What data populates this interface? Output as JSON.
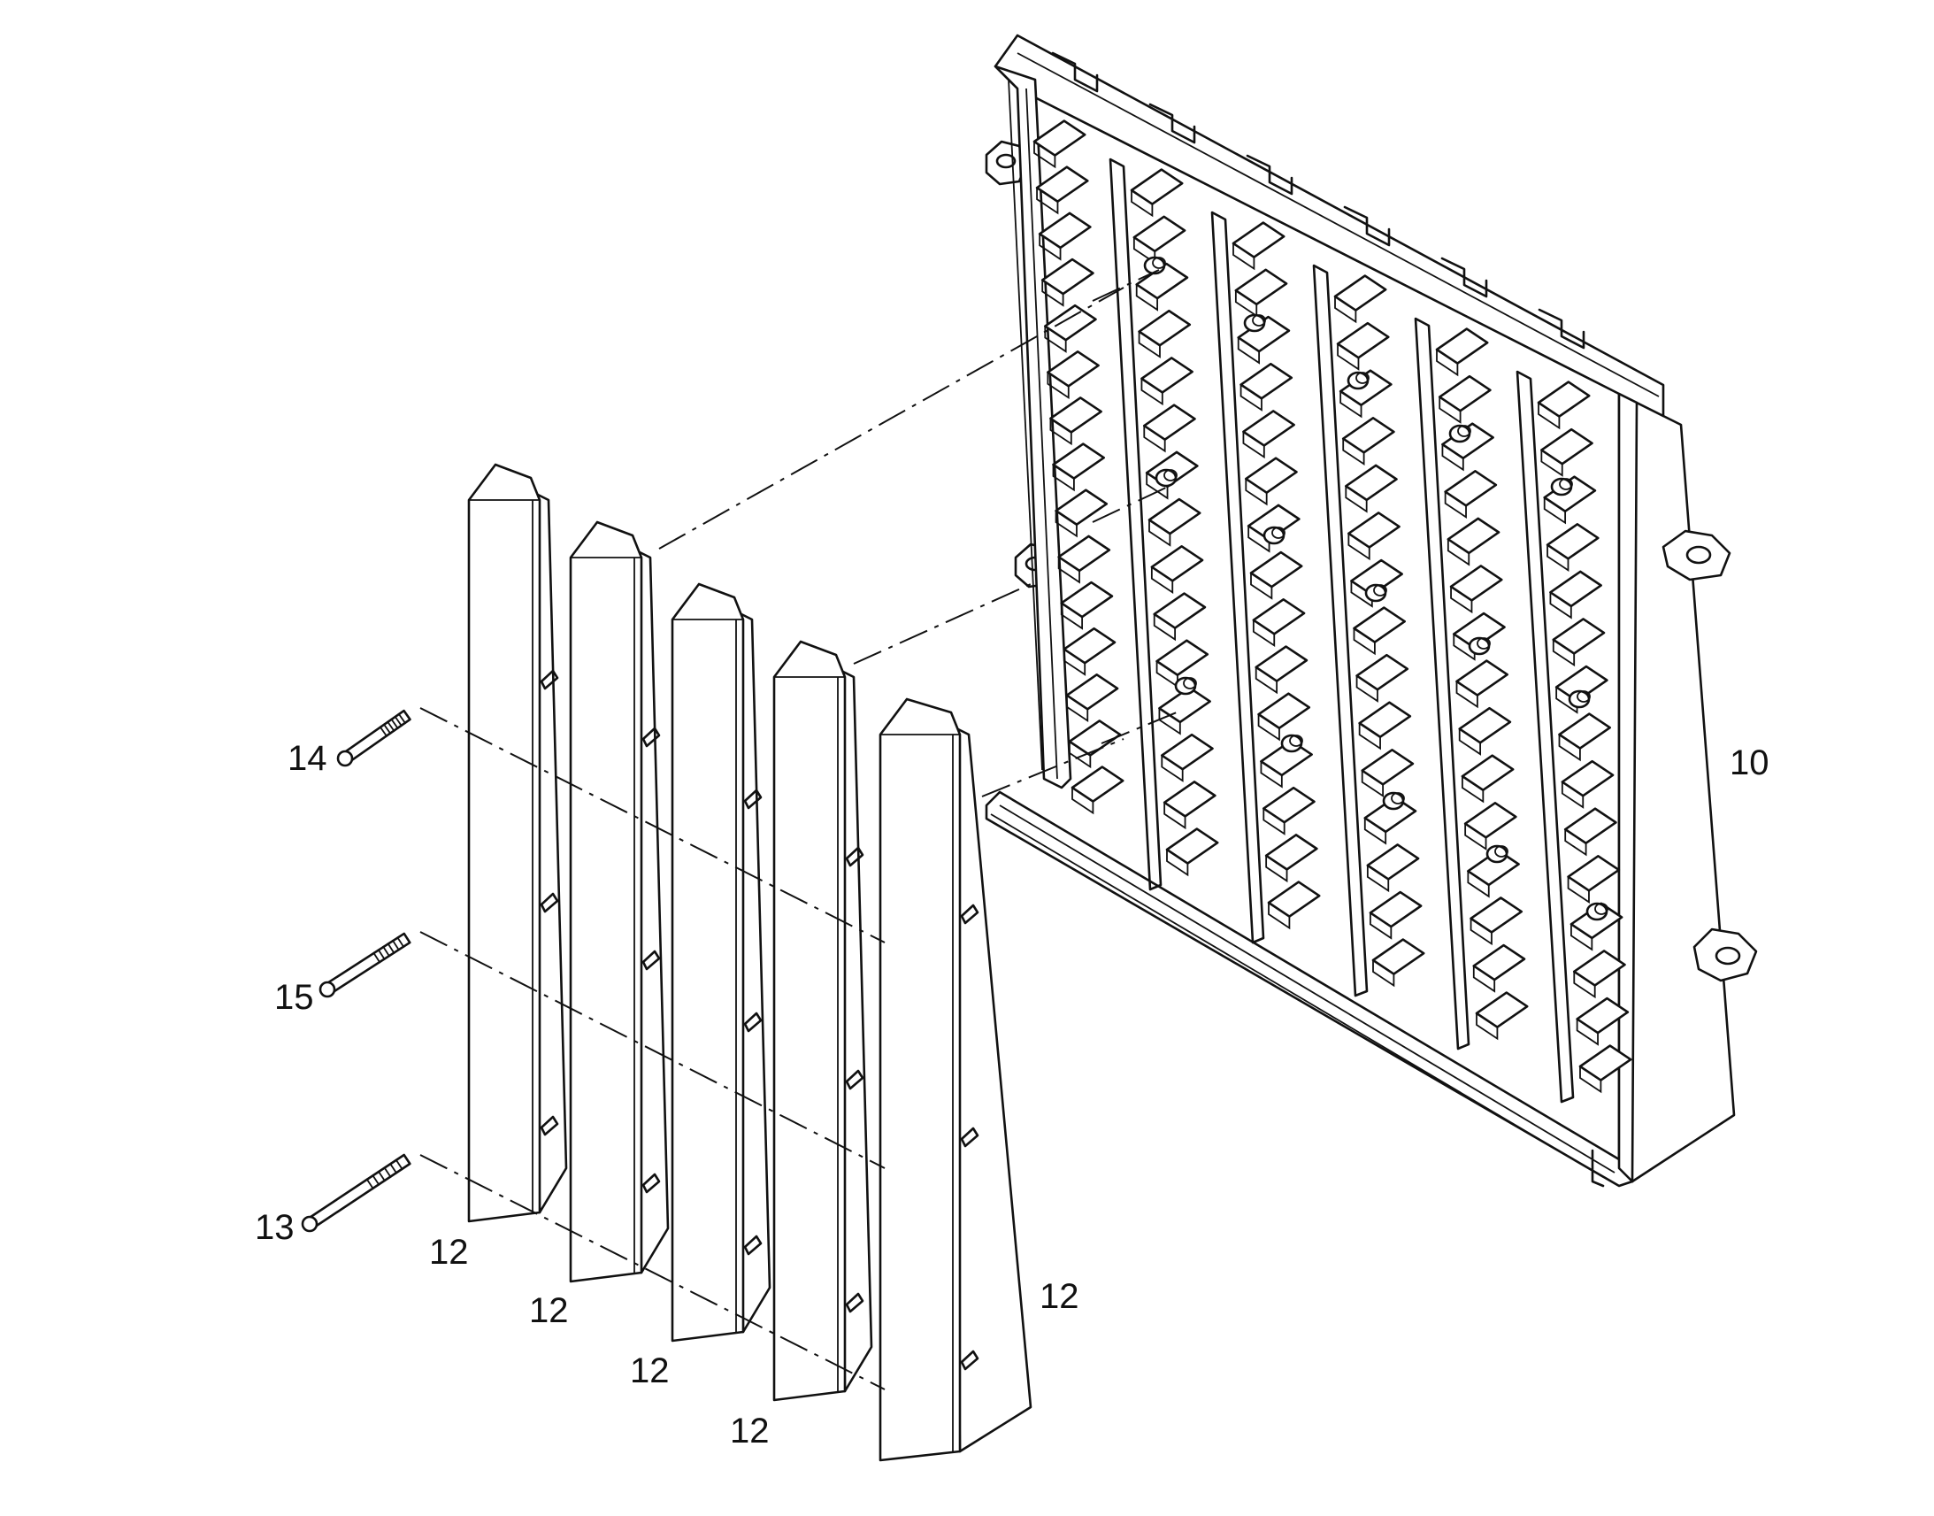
{
  "figure": {
    "labels": {
      "frame": "10",
      "pin_top": "14",
      "pin_middle": "15",
      "pin_bottom": "13",
      "blade_1": "12",
      "blade_2": "12",
      "blade_3": "12",
      "blade_4": "12",
      "blade_5": "12"
    }
  }
}
